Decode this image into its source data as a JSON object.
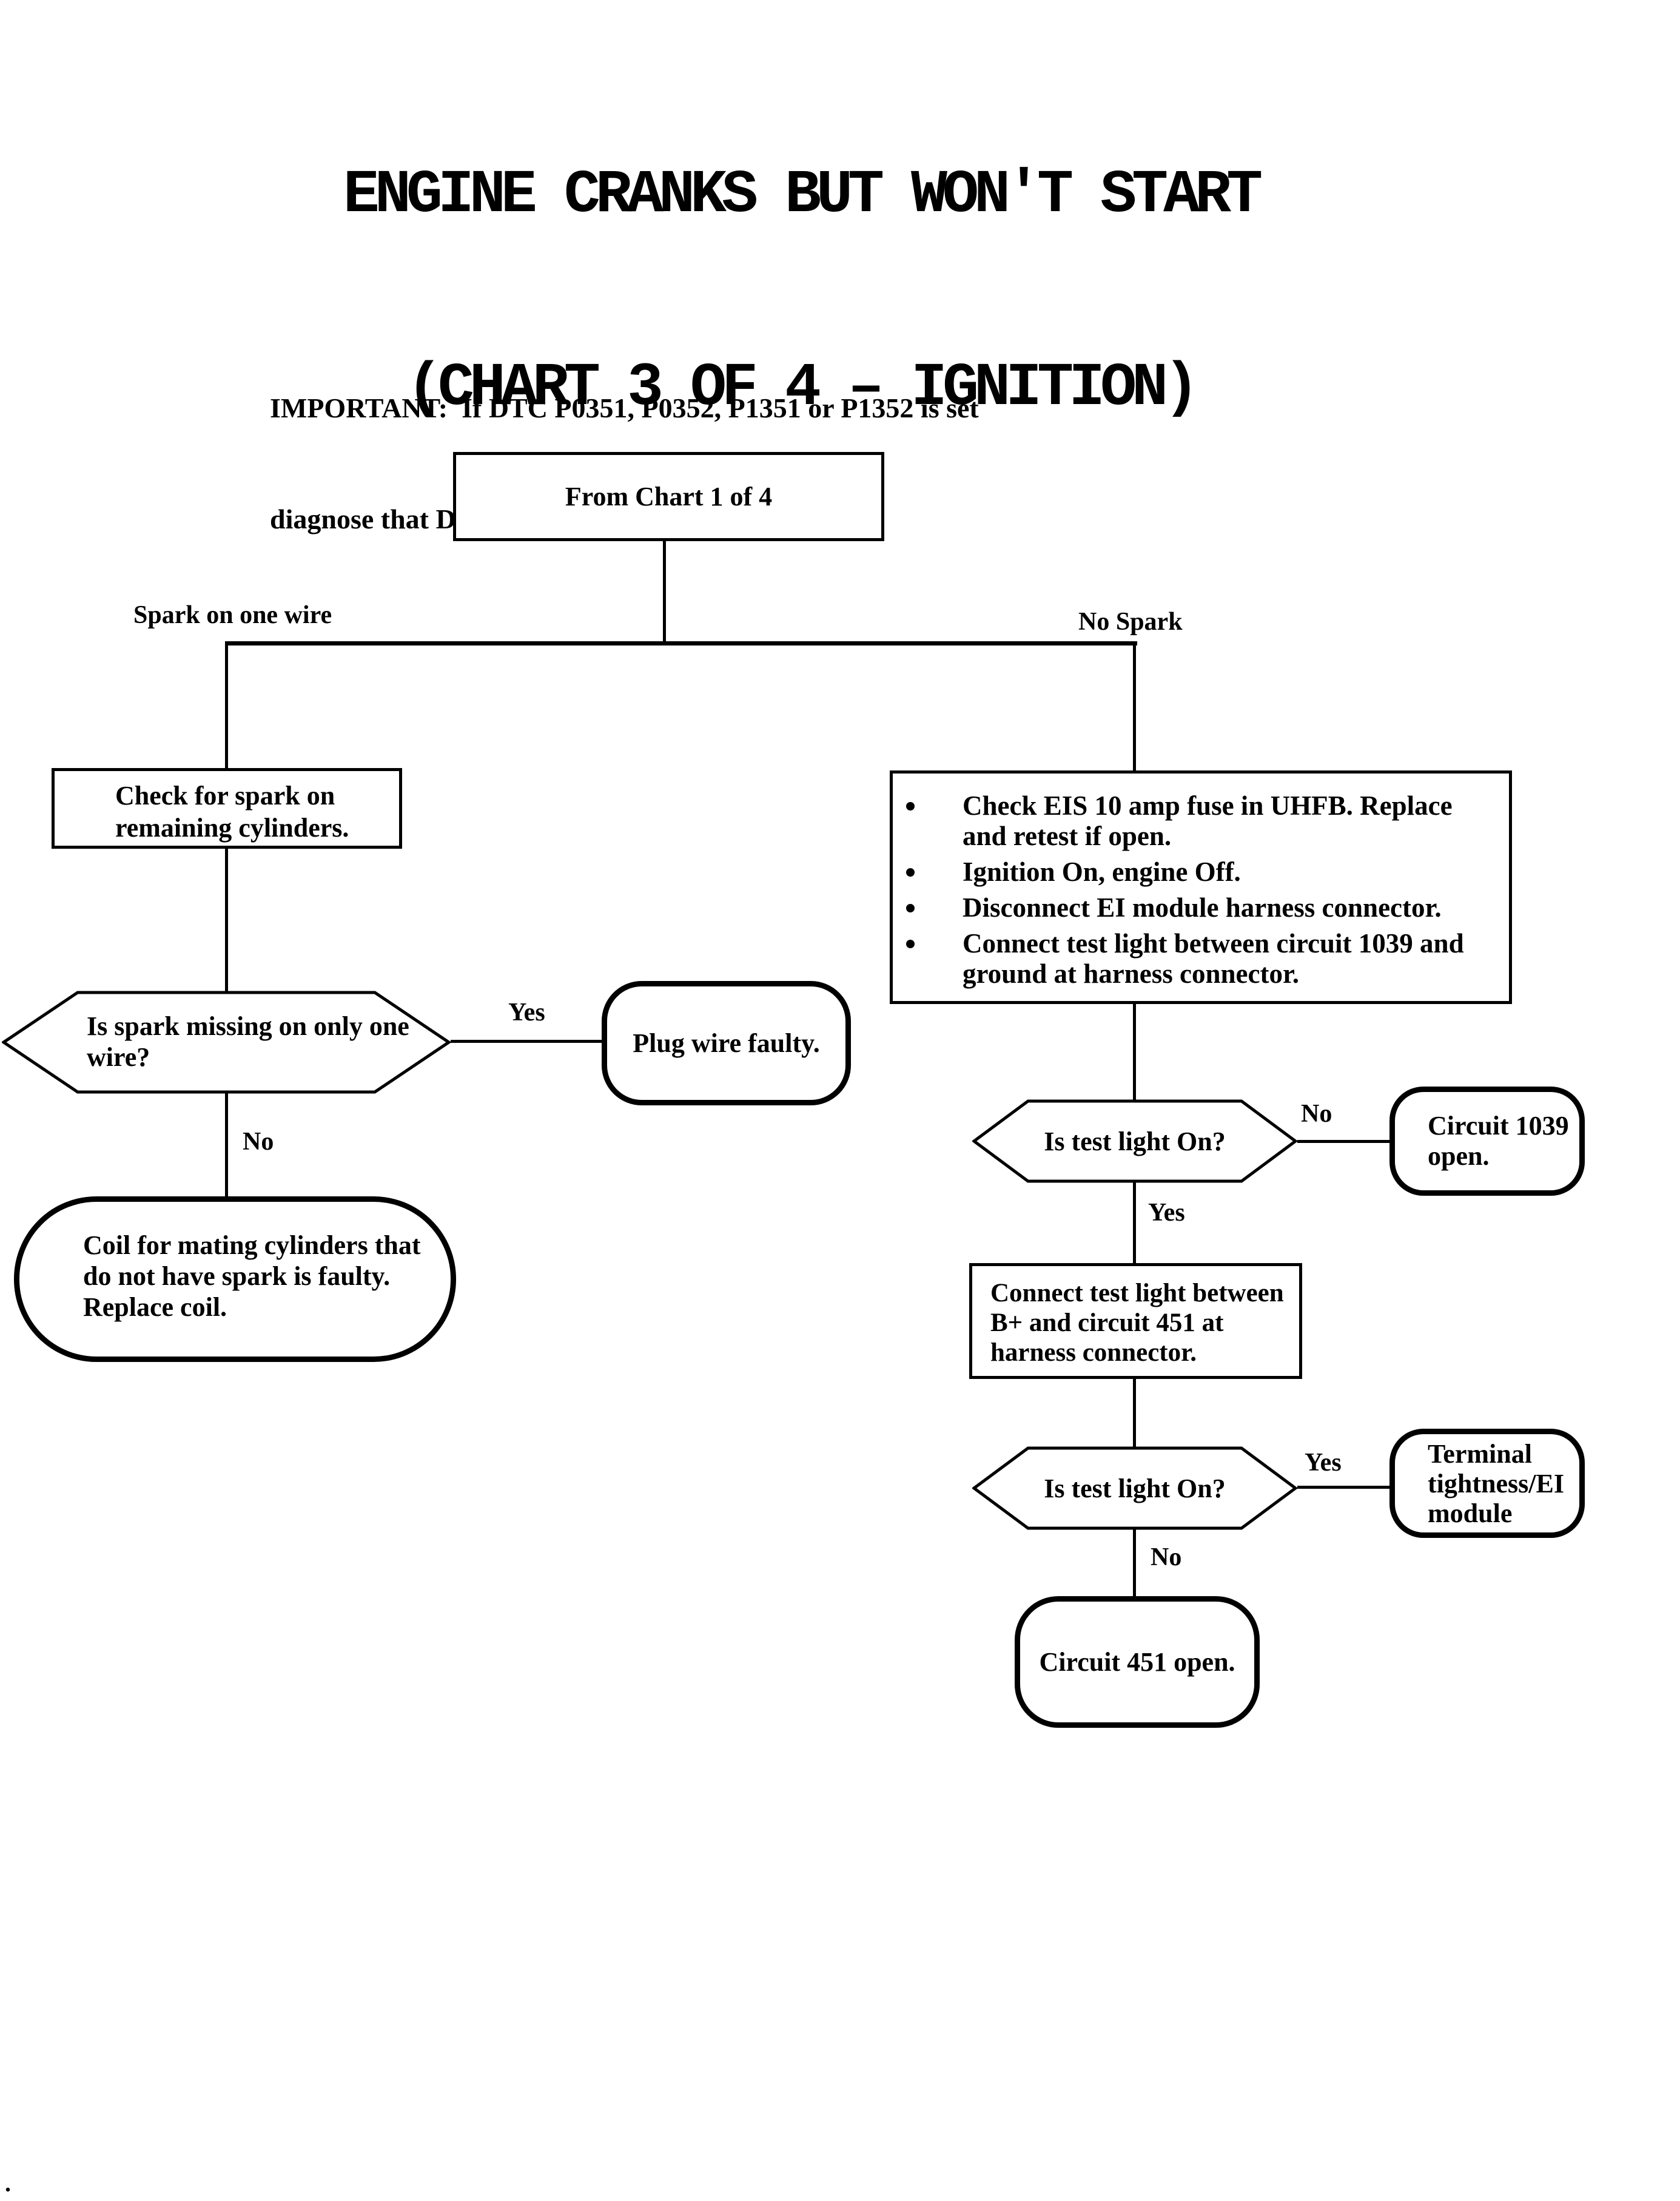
{
  "page": {
    "title_line1": "ENGINE CRANKS BUT WON'T START",
    "title_line2": "(CHART 3 OF 4 – IGNITION)"
  },
  "important": {
    "line1": "IMPORTANT:  If DTC P0351, P0352, P1351 or P1352 is set",
    "line2": "diagnose that DTC first."
  },
  "branch_labels": {
    "left": "Spark on one wire",
    "right": "No Spark"
  },
  "nodes": {
    "from_chart": {
      "label": "From Chart 1 of 4"
    },
    "check_spark": {
      "line1": "Check for spark on",
      "line2": "remaining cylinders."
    },
    "spark_missing_question": {
      "line1": "Is spark missing on only one",
      "line2": "wire?"
    },
    "plug_wire_faulty": {
      "label": "Plug wire faulty."
    },
    "coil_faulty": {
      "line1": "Coil for mating cylinders that",
      "line2": "do not have spark is faulty.",
      "line3": "Replace coil."
    },
    "eis_steps": {
      "items": [
        {
          "line1": "Check EIS 10 amp fuse in UHFB. Replace",
          "line2": "and retest if open."
        },
        {
          "line1": "Ignition On, engine Off.",
          "line2": ""
        },
        {
          "line1": "Disconnect EI module harness connector.",
          "line2": ""
        },
        {
          "line1": "Connect test light between circuit 1039 and",
          "line2": "ground at harness connector."
        }
      ]
    },
    "test_light_question_1": {
      "label": "Is test light On?"
    },
    "circuit_1039_open": {
      "line1": "Circuit 1039",
      "line2": "open."
    },
    "connect_test_light_451": {
      "line1": "Connect test light between",
      "line2": "B+ and circuit 451 at",
      "line3": "harness connector."
    },
    "test_light_question_2": {
      "label": "Is test light On?"
    },
    "terminal_tightness": {
      "line1": "Terminal",
      "line2": "tightness/EI",
      "line3": "module"
    },
    "circuit_451_open": {
      "label": "Circuit 451 open."
    }
  },
  "edge_labels": {
    "spark_missing_yes": "Yes",
    "spark_missing_no": "No",
    "test_light_1_no": "No",
    "test_light_1_yes": "Yes",
    "test_light_2_yes": "Yes",
    "test_light_2_no": "No"
  },
  "colors": {
    "ink": "#000000",
    "background": "#ffffff"
  },
  "stray_mark": "."
}
